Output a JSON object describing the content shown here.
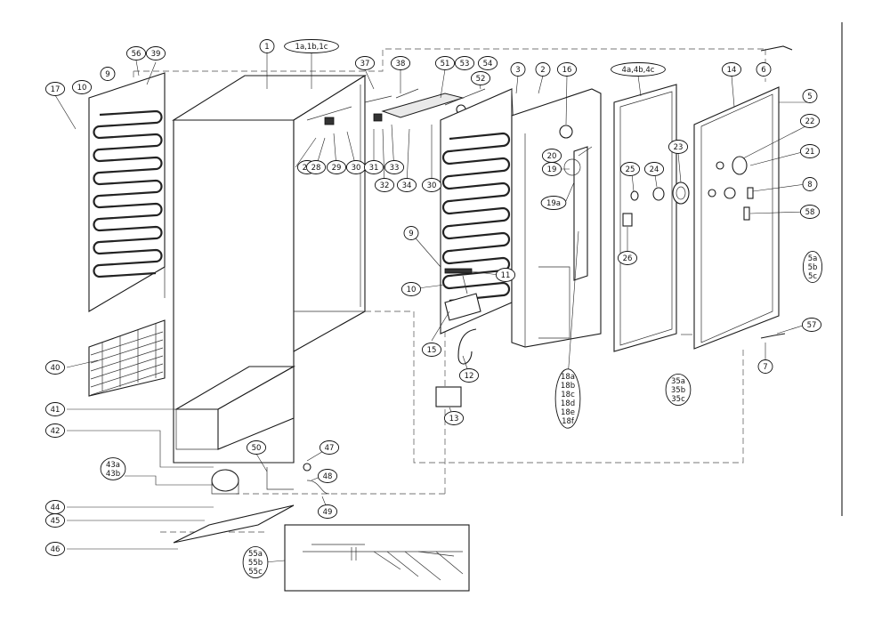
{
  "diagram": {
    "callouts": [
      {
        "id": "c-56",
        "text": "56"
      },
      {
        "id": "c-39",
        "text": "39"
      },
      {
        "id": "c-1",
        "text": "1"
      },
      {
        "id": "c-1a",
        "text": "1a,1b,1c"
      },
      {
        "id": "c-9a",
        "text": "9"
      },
      {
        "id": "c-10a",
        "text": "10"
      },
      {
        "id": "c-17",
        "text": "17"
      },
      {
        "id": "c-37",
        "text": "37"
      },
      {
        "id": "c-38",
        "text": "38"
      },
      {
        "id": "c-51",
        "text": "51"
      },
      {
        "id": "c-53",
        "text": "53"
      },
      {
        "id": "c-54",
        "text": "54"
      },
      {
        "id": "c-3",
        "text": "3"
      },
      {
        "id": "c-52",
        "text": "52"
      },
      {
        "id": "c-2",
        "text": "2"
      },
      {
        "id": "c-16",
        "text": "16"
      },
      {
        "id": "c-4a",
        "text": "4a,4b,4c"
      },
      {
        "id": "c-14",
        "text": "14"
      },
      {
        "id": "c-6",
        "text": "6"
      },
      {
        "id": "c-5",
        "text": "5"
      },
      {
        "id": "c-22",
        "text": "22"
      },
      {
        "id": "c-21",
        "text": "21"
      },
      {
        "id": "c-23",
        "text": "23"
      },
      {
        "id": "c-8",
        "text": "8"
      },
      {
        "id": "c-58",
        "text": "58"
      },
      {
        "id": "c-27",
        "text": "27"
      },
      {
        "id": "c-28",
        "text": "28"
      },
      {
        "id": "c-29",
        "text": "29"
      },
      {
        "id": "c-30a",
        "text": "30"
      },
      {
        "id": "c-31",
        "text": "31"
      },
      {
        "id": "c-32",
        "text": "32"
      },
      {
        "id": "c-33",
        "text": "33"
      },
      {
        "id": "c-34",
        "text": "34"
      },
      {
        "id": "c-30b",
        "text": "30"
      },
      {
        "id": "c-20",
        "text": "20"
      },
      {
        "id": "c-19",
        "text": "19"
      },
      {
        "id": "c-19a",
        "text": "19a"
      },
      {
        "id": "c-25",
        "text": "25"
      },
      {
        "id": "c-24",
        "text": "24"
      },
      {
        "id": "c-26",
        "text": "26"
      },
      {
        "id": "c-9b",
        "text": "9"
      },
      {
        "id": "c-10b",
        "text": "10"
      },
      {
        "id": "c-11",
        "text": "11"
      },
      {
        "id": "c-15",
        "text": "15"
      },
      {
        "id": "c-12",
        "text": "12"
      },
      {
        "id": "c-13",
        "text": "13"
      },
      {
        "id": "c-5a",
        "text": "5a\n5b\n5c"
      },
      {
        "id": "c-18a",
        "text": "18a\n18b\n18c\n18d\n18e\n18f"
      },
      {
        "id": "c-35a",
        "text": "35a\n35b\n35c"
      },
      {
        "id": "c-57",
        "text": "57"
      },
      {
        "id": "c-7",
        "text": "7"
      },
      {
        "id": "c-40",
        "text": "40"
      },
      {
        "id": "c-41",
        "text": "41"
      },
      {
        "id": "c-42",
        "text": "42"
      },
      {
        "id": "c-43a",
        "text": "43a\n43b"
      },
      {
        "id": "c-44",
        "text": "44"
      },
      {
        "id": "c-45",
        "text": "45"
      },
      {
        "id": "c-46",
        "text": "46"
      },
      {
        "id": "c-50",
        "text": "50"
      },
      {
        "id": "c-47",
        "text": "47"
      },
      {
        "id": "c-48",
        "text": "48"
      },
      {
        "id": "c-49",
        "text": "49"
      },
      {
        "id": "c-55a",
        "text": "55a\n55b\n55c"
      }
    ]
  }
}
